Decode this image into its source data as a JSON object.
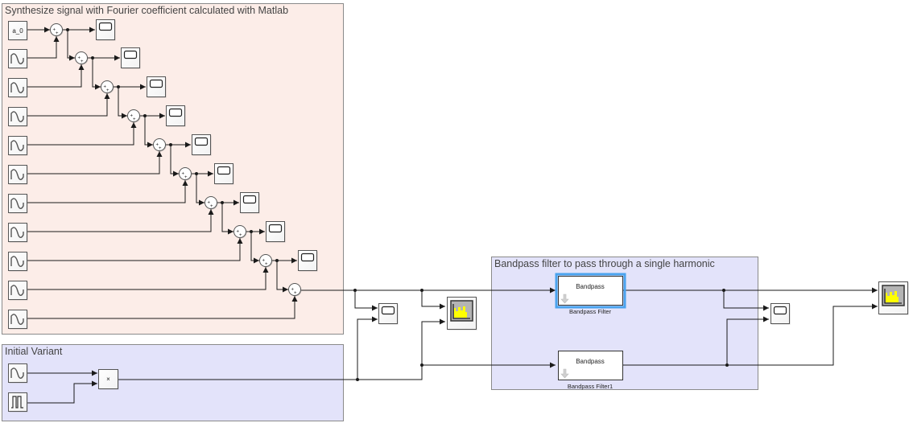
{
  "areas": {
    "synth": {
      "title": "Synthesize signal with Fourier coefficient calculated with Matlab",
      "fill": "#fcede8"
    },
    "variant": {
      "title": "Initial Variant",
      "fill": "#e3e3fa"
    },
    "bandpass": {
      "title": "Bandpass filter to pass through a single harmonic",
      "fill": "#e3e3fa"
    }
  },
  "blocks": {
    "constant_label": "a_0",
    "product_label": "×",
    "sum_signs": "+ +",
    "filter1": {
      "label": "Bandpass",
      "name": "Bandpass Filter",
      "selected": true
    },
    "filter2": {
      "label": "Bandpass",
      "name": "Bandpass Filter1",
      "selected": false
    }
  },
  "counts": {
    "sine_sources_synth": 10,
    "sum_blocks": 10,
    "synth_scopes": 9
  },
  "colors": {
    "line": "#1a1a1a",
    "selection": "#4aa3ee",
    "spectrum_fill": "#ffff00",
    "spectrum_bg": "#b4b4b4"
  }
}
